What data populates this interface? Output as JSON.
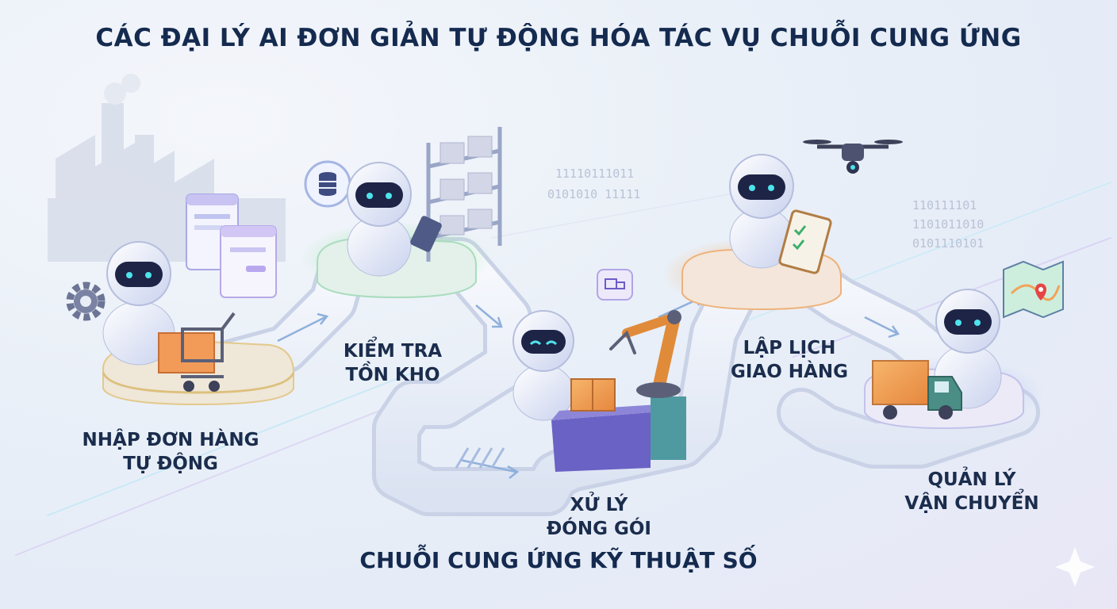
{
  "title": "CÁC ĐẠI LÝ AI ĐƠN GIẢN TỰ ĐỘNG HÓA TÁC VỤ CHUỖI CUNG ỨNG",
  "subtitle": "CHUỖI CUNG ỨNG KỸ THUẬT SỐ",
  "steps": [
    {
      "line1": "NHẬP ĐƠN HÀNG",
      "line2": "TỰ ĐỘNG"
    },
    {
      "line1": "KIỂM TRA",
      "line2": "TỒN KHO"
    },
    {
      "line1": "XỬ LÝ",
      "line2": "ĐÓNG GÓI"
    },
    {
      "line1": "LẬP LỊCH",
      "line2": "GIAO HÀNG"
    },
    {
      "line1": "QUẢN LÝ",
      "line2": "VẬN CHUYỂN"
    }
  ],
  "binary": {
    "a": "11110111011",
    "b": "0101010 11111",
    "c": "110111101",
    "d": "1101011010",
    "e": "0101110101"
  },
  "colors": {
    "accent_green": "#7fdc8a",
    "accent_orange": "#f0a35a",
    "robot_eye": "#4ee3ec",
    "path": "#eef2fa"
  }
}
